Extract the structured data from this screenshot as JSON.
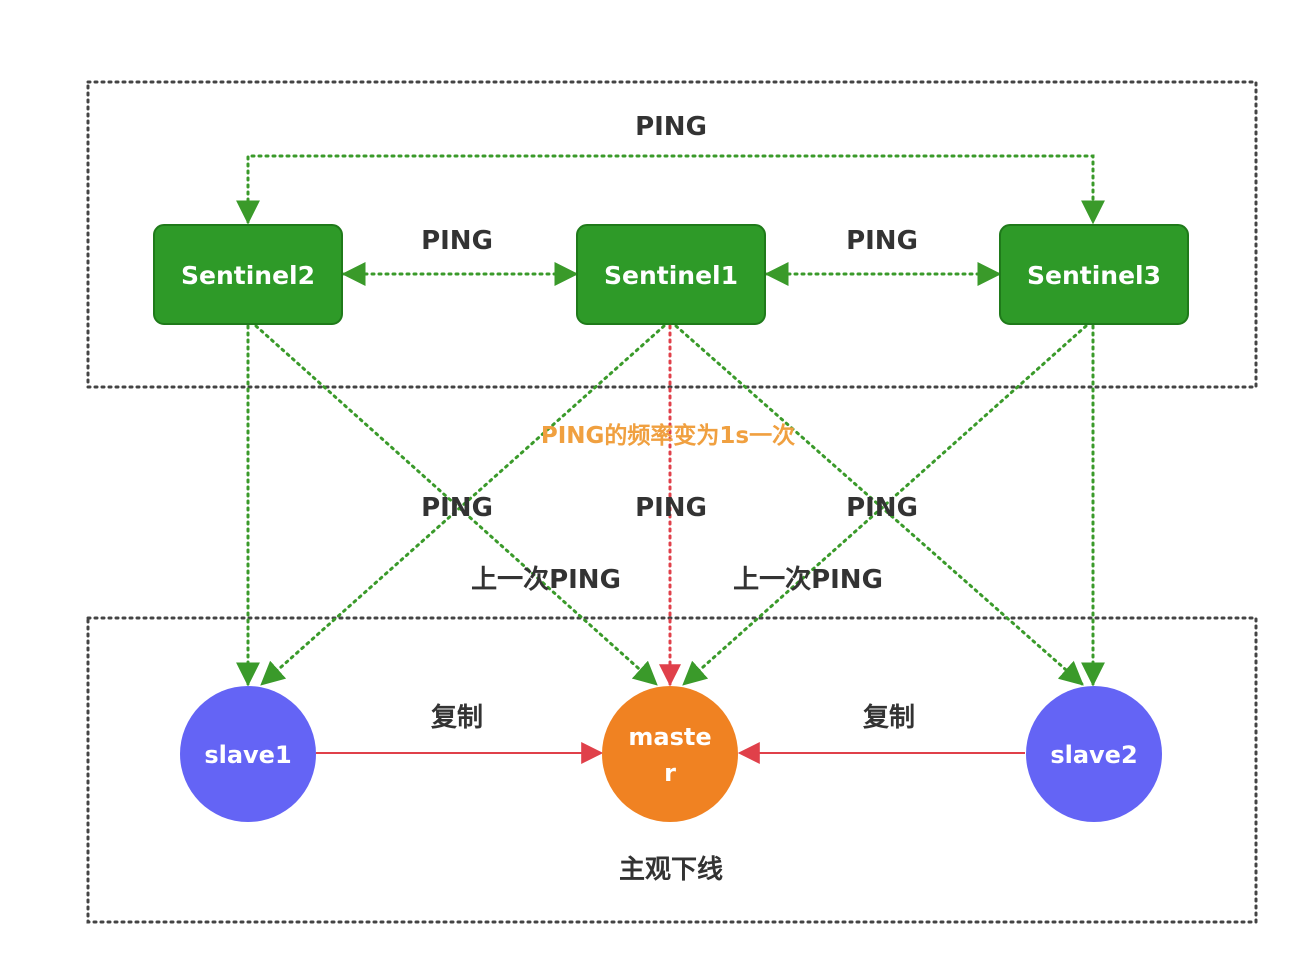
{
  "colors": {
    "sentinel_fill": "#2e9a28",
    "sentinel_border": "#1f7a1a",
    "slave_fill": "#6464f5",
    "master_fill": "#f08222",
    "green_line": "#3a9a2a",
    "red_line": "#e0404a",
    "frame_line": "#444444",
    "label_text": "#333333",
    "freq_text": "#f0a040"
  },
  "nodes": {
    "sentinel1": "Sentinel1",
    "sentinel2": "Sentinel2",
    "sentinel3": "Sentinel3",
    "slave1": "slave1",
    "slave2": "slave2",
    "master_line1": "maste",
    "master_line2": "r"
  },
  "labels": {
    "ping_top": "PING",
    "ping_s2_s1": "PING",
    "ping_s1_s3": "PING",
    "ping_mid_left": "PING",
    "ping_mid_center": "PING",
    "ping_mid_right": "PING",
    "last_ping_left": "上一次PING",
    "last_ping_right": "上一次PING",
    "freq_note": "PING的频率变为1s一次",
    "replicate_left": "复制",
    "replicate_right": "复制",
    "subjective_down": "主观下线"
  }
}
